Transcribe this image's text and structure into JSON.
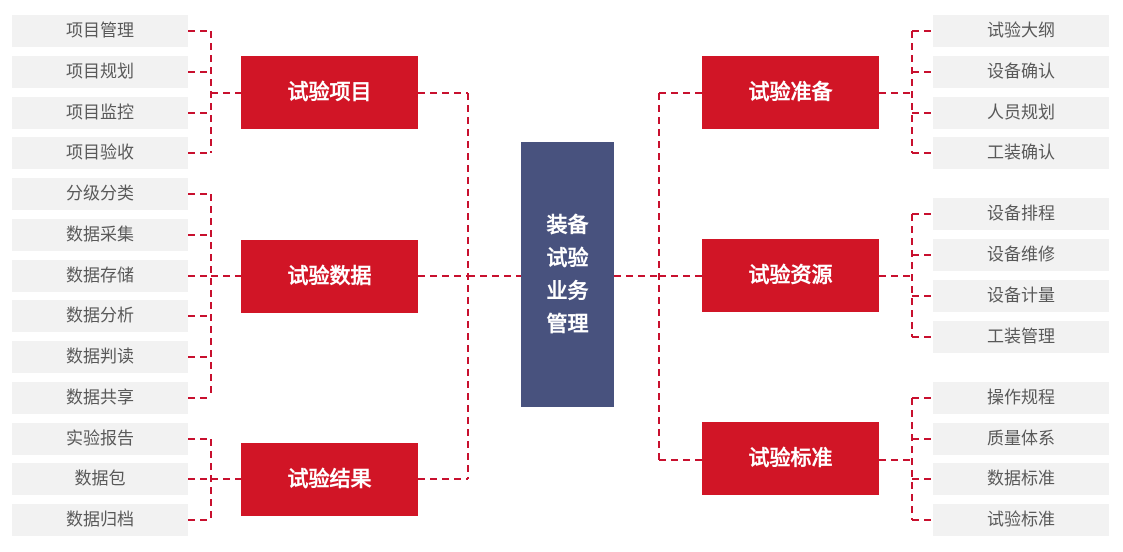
{
  "center": {
    "label": "装备试验业务管理"
  },
  "left_groups": [
    {
      "title": "试验项目",
      "items": [
        "项目管理",
        "项目规划",
        "项目监控",
        "项目验收"
      ]
    },
    {
      "title": "试验数据",
      "items": [
        "分级分类",
        "数据采集",
        "数据存储",
        "数据分析",
        "数据判读",
        "数据共享"
      ]
    },
    {
      "title": "试验结果",
      "items": [
        "实验报告",
        "数据包",
        "数据归档"
      ]
    }
  ],
  "right_groups": [
    {
      "title": "试验准备",
      "items": [
        "试验大纲",
        "设备确认",
        "人员规划",
        "工装确认"
      ]
    },
    {
      "title": "试验资源",
      "items": [
        "设备排程",
        "设备维修",
        "设备计量",
        "工装管理"
      ]
    },
    {
      "title": "试验标准",
      "items": [
        "操作规程",
        "质量体系",
        "数据标准",
        "试验标准"
      ]
    }
  ],
  "colors": {
    "category": "#d11526",
    "center": "#48527e",
    "leaf_bg": "#f2f2f2",
    "connector": "#c8102e",
    "leaf_text": "#595959"
  }
}
